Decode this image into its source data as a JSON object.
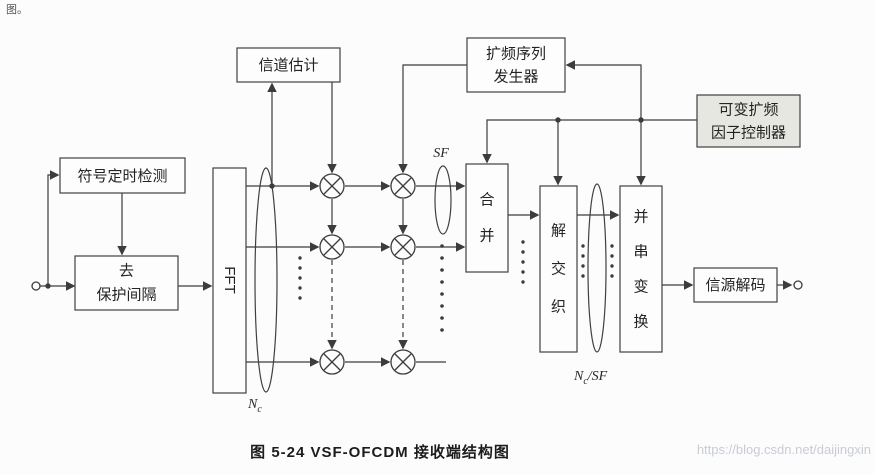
{
  "page": {
    "corner_text": "图。",
    "caption": "图 5-24  VSF-OFCDM 接收端结构图",
    "watermark": "https://blog.csdn.net/daijingxin"
  },
  "colors": {
    "line": "#3c3c3c",
    "box_fill": "#fdfdfd",
    "shaded_box_fill": "#e7e7e2",
    "background": "#fcfcfc",
    "watermark_text": "#c8ccd4"
  },
  "boxes": {
    "symbol_timing": {
      "label": "符号定时检测"
    },
    "remove_guard": {
      "line1": "去",
      "line2": "保护间隔"
    },
    "fft": {
      "label": "FFT"
    },
    "channel_estimation": {
      "label": "信道估计"
    },
    "spreading_generator": {
      "line1": "扩频序列",
      "line2": "发生器"
    },
    "vsf_controller": {
      "line1": "可变扩频",
      "line2": "因子控制器"
    },
    "combine": {
      "char1": "合",
      "char2": "并"
    },
    "deinterleave": {
      "char1": "解",
      "char2": "交",
      "char3": "织"
    },
    "parallel_serial": {
      "char1": "并",
      "char2": "串",
      "char3": "变",
      "char4": "换"
    },
    "source_decoder": {
      "label": "信源解码"
    }
  },
  "labels": {
    "sf": "SF",
    "nc_main": "N",
    "nc_sub": "c",
    "ncsf_main": "N",
    "ncsf_sub": "c",
    "ncsf_rest": "/SF"
  }
}
